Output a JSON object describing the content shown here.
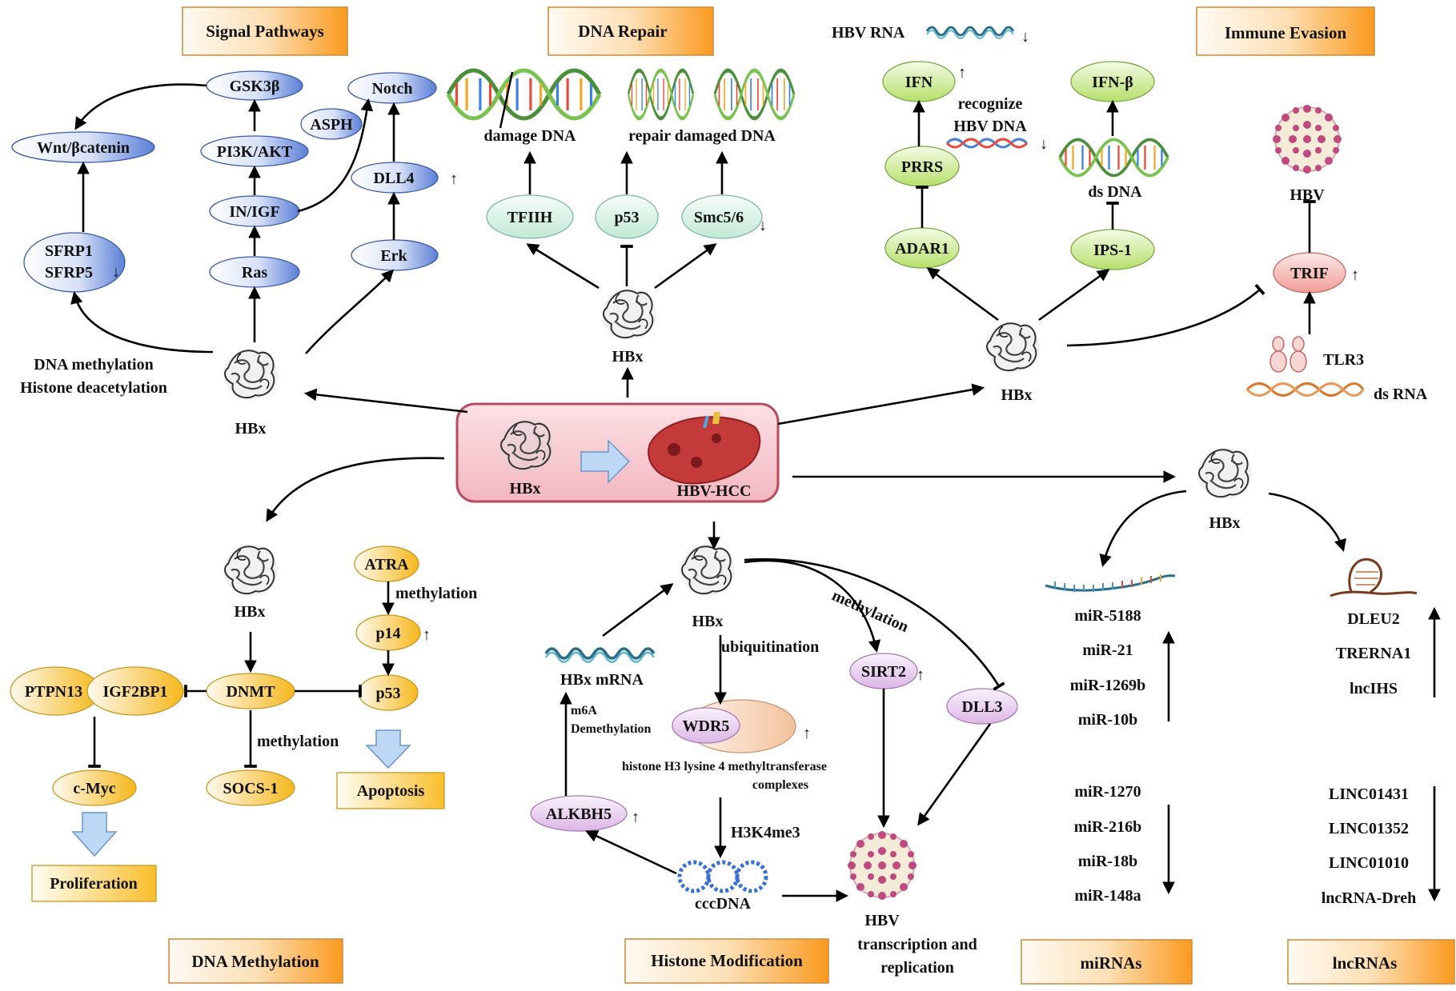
{
  "sections": {
    "signal_pathways": "Signal  Pathways",
    "dna_repair": "DNA Repair",
    "immune_evasion": "Immune Evasion",
    "dna_methylation": "DNA Methylation",
    "histone_modification": "Histone Modification",
    "mirnas": "miRNAs",
    "lncrnas": "lncRNAs"
  },
  "center": {
    "hbx": "HBx",
    "hcc": "HBV-HCC"
  },
  "signal": {
    "gsk3b": "GSK3β",
    "notch": "Notch",
    "aspH": "ASPH",
    "wnt": "Wnt/βcatenin",
    "pi3k": "PI3K/AKT",
    "dll4": "DLL4",
    "igf": "IN/IGF",
    "erk": "Erk",
    "sfrp1": "SFRP1",
    "sfrp5": "SFRP5",
    "ras": "Ras",
    "dna_methylation": "DNA methylation",
    "histone_deacetylation": "Histone deacetylation",
    "hbx": "HBx"
  },
  "repair": {
    "damage": "damage DNA",
    "repair": "repair damaged DNA",
    "tfiih": "TFIIH",
    "p53": "p53",
    "smc": "Smc5/6",
    "hbx": "HBx"
  },
  "immune": {
    "hbv_rna": "HBV RNA",
    "ifn": "IFN",
    "recognize1": "recognize",
    "recognize2": "HBV DNA",
    "ifnb": "IFN-β",
    "prrs": "PRRS",
    "dsdna": "ds DNA",
    "hbv": "HBV",
    "adar1": "ADAR1",
    "ips1": "IPS-1",
    "trif": "TRIF",
    "tlr3": "TLR3",
    "dsrna": "ds RNA",
    "hbx": "HBx"
  },
  "methyl": {
    "hbx": "HBx",
    "atra": "ATRA",
    "methylation": "methylation",
    "p14": "p14",
    "ptpn13": "PTPN13",
    "igf2bp1": "IGF2BP1",
    "dnmt": "DNMT",
    "p53": "p53",
    "methylation2": "methylation",
    "cmyc": "c-Myc",
    "socs1": "SOCS-1",
    "apoptosis": "Apoptosis",
    "proliferation": "Proliferation"
  },
  "histone": {
    "hbx": "HBx",
    "methylation": "methylation",
    "hbx_mrna": "HBx mRNA",
    "ubiquitination": "ubiquitination",
    "sirt2": "SIRT2",
    "m6a1": "m6A",
    "m6a2": "Demethylation",
    "wdr5": "WDR5",
    "dll3": "DLL3",
    "h3k4_1": "histone H3 lysine 4 methyltransferase",
    "h3k4_2": "complexes",
    "alkbh5": "ALKBH5",
    "h3k4me3": "H3K4me3",
    "cccdna": "cccDNA",
    "hbv": "HBV",
    "tr1": "transcription and",
    "tr2": "replication"
  },
  "mirna": {
    "hbx": "HBx",
    "up": [
      "miR-5188",
      "miR-21",
      "miR-1269b",
      "miR-10b"
    ],
    "down": [
      "miR-1270",
      "miR-216b",
      "miR-18b",
      "miR-148a"
    ]
  },
  "lncrna": {
    "up": [
      "DLEU2",
      "TRERNA1",
      "lncIHS"
    ],
    "down": [
      "LINC01431",
      "LINC01352",
      "LINC01010",
      "lncRNA-Dreh"
    ]
  },
  "colors": {
    "blue_node": "#5b7fd6",
    "green_node": "#c6e88a",
    "teal_node": "#cfeee0",
    "yellow_node": "#f5c53a",
    "pink_node": "#e4c4ec",
    "red_node": "#f2b6b2",
    "title_box": "#fbb547",
    "center_box": "#f7c9cf"
  }
}
